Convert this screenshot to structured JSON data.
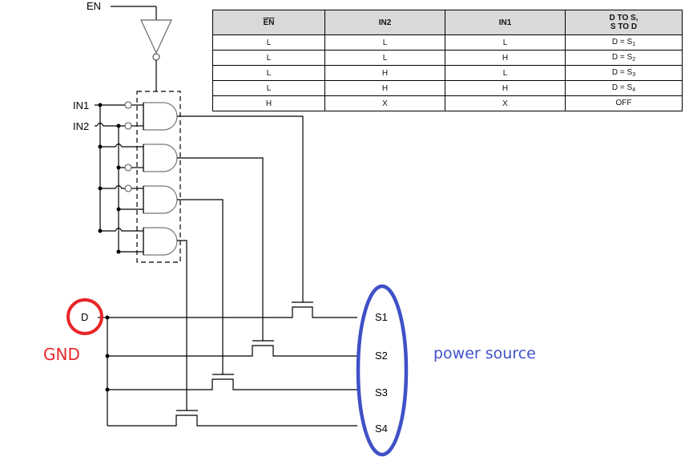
{
  "truth_table": {
    "headers": [
      "EN",
      "IN2",
      "IN1",
      "D TO S,",
      "S TO D"
    ],
    "header_overline_col": 0,
    "rows": [
      {
        "en": "L",
        "in2": "L",
        "in1": "L",
        "out_prefix": "D = S",
        "out_sub": "1"
      },
      {
        "en": "L",
        "in2": "L",
        "in1": "H",
        "out_prefix": "D = S",
        "out_sub": "2"
      },
      {
        "en": "L",
        "in2": "H",
        "in1": "L",
        "out_prefix": "D = S",
        "out_sub": "3"
      },
      {
        "en": "L",
        "in2": "H",
        "in1": "H",
        "out_prefix": "D = S",
        "out_sub": "4"
      },
      {
        "en": "H",
        "in2": "X",
        "in1": "X",
        "out_prefix": "OFF",
        "out_sub": ""
      }
    ]
  },
  "circuit": {
    "labels": {
      "en": "EN",
      "in1": "IN1",
      "in2": "IN2",
      "d": "D",
      "s1": "S1",
      "s2": "S2",
      "s3": "S3",
      "s4": "S4"
    },
    "annotations": {
      "gnd": "GND",
      "power_source": "power source"
    },
    "colors": {
      "wire": "#000000",
      "gate_outline": "#808080",
      "gnd_annotation": "#e8262a",
      "power_annotation": "#3f51c7",
      "header_fill": "#d9d9d9"
    }
  }
}
